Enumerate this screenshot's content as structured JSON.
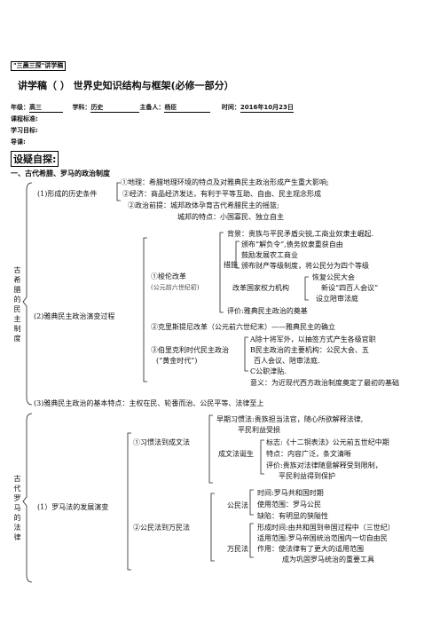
{
  "header": {
    "series_tag": "\"三晨三探\"讲学稿",
    "title": "讲学稿（    ）   世界史知识结构与框架(必修一部分）",
    "grade_label": "年级：",
    "grade_value": "高三",
    "subject_label": "学科：",
    "subject_value": "历史",
    "preparer_label": "主备人：",
    "preparer_value": "杨臣",
    "time_label": "时间：",
    "time_value": "2016年10月23日",
    "standard_label": "课程标准:",
    "goal_label": "学习目标:",
    "guide_label": "导课:"
  },
  "section": {
    "tag": "设疑自探:",
    "heading": "一、古代希腊、罗马的政治制度"
  },
  "greece": {
    "side_label": "古希腊的民主制度",
    "bg1": "(1)形成的历史条件",
    "bg1_a": "①地理：希腊地理环境的特点及对雅典民主政治形成产生重大影响;",
    "bg1_b": "②经济：商品经济发达，有利于平等互助、自由、民主观念形成",
    "bg1_c": "②政治前提：城邦政体孕育古代希腊民主的摇篮;",
    "bg1_d": "城邦的特点：小国寡民、独立自主",
    "bg2": "(2)雅典民主政治演变过程",
    "solon": "①梭伦改革",
    "solon_date": "(公元前六世纪初)",
    "solon_bg": "背景：贵族与平民矛盾尖锐,工商业奴隶主崛起.",
    "solon_m1": "颁布“解负令”,债务奴隶重获自由",
    "solon_m2": "鼓励发展农工商业",
    "measures": "措施",
    "solon_m3": "颁布财产等级制度，将公民分为四个等级",
    "restore": "恢复公民大会",
    "reform_org": "改革国家权力机构",
    "new_council": "新设“四百人会议”",
    "court": "设立陪审法庭",
    "solon_eval": "评价:雅典民主政治的奠基",
    "cleisthenes": "②克里斯提尼改革（公元前六世纪末）——雅典民主的确立",
    "pericles": "③伯里克利时代民主政治",
    "golden": "(“黄金时代”)",
    "peri_a": "A除十将军外，以抽签方式产生各级官职",
    "peri_b": "B民主政治的主要机构：公民大会、五",
    "peri_b2": "百人会议、陪审法庭.",
    "peri_c": "C公职津贴.",
    "peri_sig": "意义：为近现代西方政治制度奠定了最初的基础",
    "bg3": "(3)雅典民主政治的基本特点：主权在民、轮番而治、公民平等、法律至上"
  },
  "rome": {
    "side_label": "古代罗马的法律",
    "dev": "(1）罗马法的发展演变",
    "customary": "①习惯法到成文法",
    "early": "早期习惯法:贵族担当法官，随心所欲解释法律,",
    "early2": "平民利益受损",
    "written_birth": "成文法诞生",
    "mark": "标志:《十二铜表法》公元前五世纪中期",
    "feature": "特点：内容广泛，条文清晰",
    "eval": "评价:贵族对法律随意解释受到限制，",
    "eval2": "平民利益得到保护",
    "civil_to_nations": "②公民法到万民法",
    "civil": "公民法",
    "civil_time": "时间:罗马共和国时期",
    "civil_scope": "使用范围：罗马公民",
    "civil_flaw": "缺陷：有明显的狭隘性",
    "nations": "万民法",
    "nat_time": "形成时间:由共和国到帝国过程中（三世纪）",
    "nat_scope": "适用范围:罗马帝国统治范围内一切自由民",
    "nat_role": "作用：使法律有了更大的适用范围",
    "nat_role2": "成为巩固罗马统治的重要工具"
  }
}
